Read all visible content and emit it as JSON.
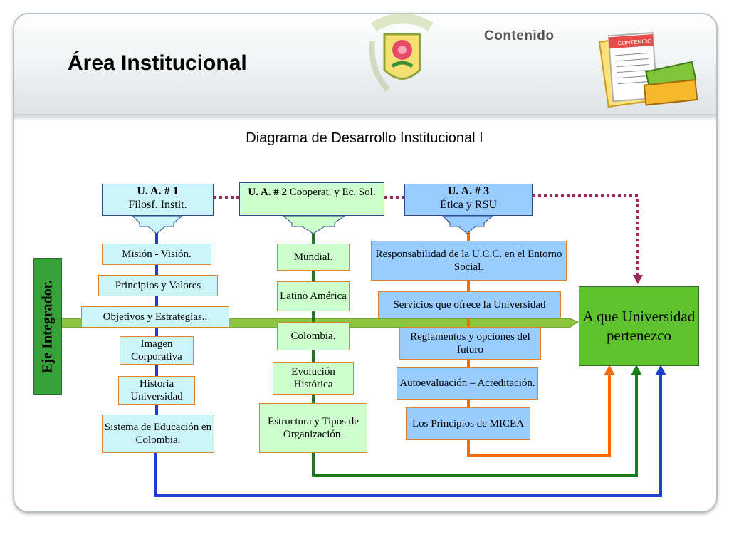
{
  "header": {
    "title": "Área Institucional",
    "section_label": "Contenido",
    "book_label": "CONTENIDO"
  },
  "diagram": {
    "title": "Diagrama de Desarrollo Institucional I",
    "ua1": {
      "code": "U. A. # 1",
      "name": "Filosf. Instit."
    },
    "ua2": {
      "code": "U. A. # 2",
      "name": "Cooperat. y Ec. Sol."
    },
    "ua3": {
      "code": "U. A. # 3",
      "name": "Ética y RSU"
    },
    "col1": [
      "Misión - Visión.",
      "Principios y Valores",
      "Objetivos y Estrategias..",
      "Imagen Corporativa",
      "Historia Universidad",
      "Sistema de Educación en Colombia."
    ],
    "col2": [
      "Mundial.",
      "Latino América",
      "Colombia.",
      "Evolución Histórica",
      "Estructura y Tipos de Organización."
    ],
    "col3": [
      "Responsabilidad de la U.C.C.  en el Entorno Social.",
      "Servicios que ofrece la Universidad",
      "Reglamentos y opciones del futuro",
      "Autoevaluación – Acreditación.",
      "Los Principios de MICEA"
    ],
    "eje": "Eje Integrador.",
    "target": "A que Universidad pertenezco",
    "colors": {
      "col1_line": "#1f3fd0",
      "col2_line": "#1a7a1a",
      "col3_line": "#ff6a00",
      "dotted": "#9b2a5a",
      "axis": "#8cc63f"
    }
  }
}
